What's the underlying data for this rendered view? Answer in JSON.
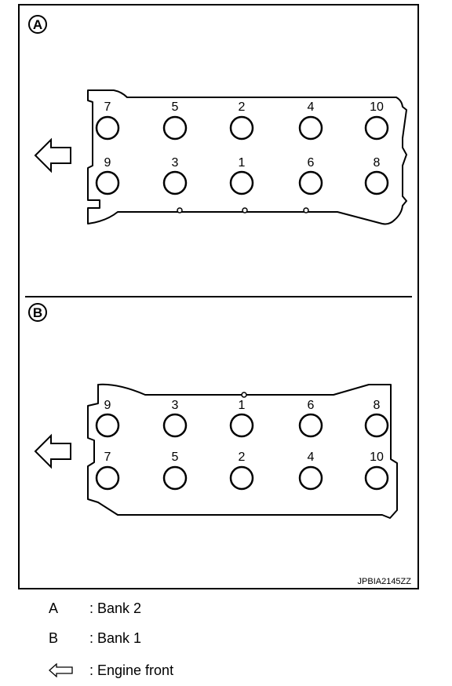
{
  "panels": [
    {
      "id": "A",
      "badge": "A",
      "top_row": [
        "7",
        "5",
        "2",
        "4",
        "10"
      ],
      "bottom_row": [
        "9",
        "3",
        "1",
        "6",
        "8"
      ]
    },
    {
      "id": "B",
      "badge": "B",
      "top_row": [
        "9",
        "3",
        "1",
        "6",
        "8"
      ],
      "bottom_row": [
        "7",
        "5",
        "2",
        "4",
        "10"
      ]
    }
  ],
  "reference_code": "JPBIA2145ZZ",
  "legend": [
    {
      "key": "A",
      "desc": ": Bank 2"
    },
    {
      "key": "B",
      "desc": ": Bank 1"
    },
    {
      "icon": "hollow-left-arrow-icon",
      "desc": ": Engine front"
    }
  ]
}
